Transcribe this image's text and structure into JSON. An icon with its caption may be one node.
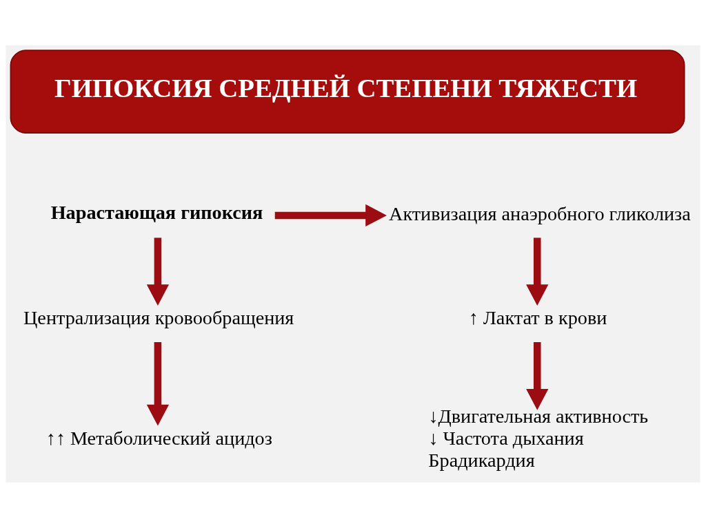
{
  "diagram": {
    "nodes": [
      {
        "text": [
          "ГИПОКСИЯ СРЕДНЕЙ СТЕПЕНИ ТЯЖЕСТИ"
        ]
      },
      {
        "text": [
          "Нарастающая гипоксия"
        ]
      },
      {
        "text": [
          "Активизация анаэробного гликолиза"
        ]
      },
      {
        "text": [
          "Централизация кровообращения"
        ]
      },
      {
        "text": [
          "↑ Лактат в крови"
        ]
      },
      {
        "text": [
          "↑↑ Метаболический ацидоз"
        ]
      },
      {
        "text": [
          "↓Двигательная активность",
          "↓ Частота дыхания",
          "Брадикардия"
        ]
      }
    ],
    "edges": [
      {
        "from": 1,
        "to": 2,
        "arrow": "to"
      },
      {
        "from": 1,
        "to": 3,
        "arrow": "to"
      },
      {
        "from": 3,
        "to": 5,
        "arrow": "to"
      },
      {
        "from": 2,
        "to": 4,
        "arrow": "to"
      },
      {
        "from": 4,
        "to": 6,
        "arrow": "to"
      }
    ]
  }
}
